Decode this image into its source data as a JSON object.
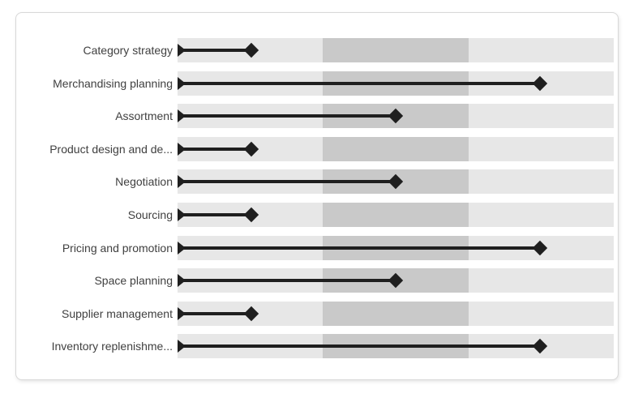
{
  "chart_data": {
    "type": "scatter",
    "subtype": "lollipop-dot-plot-with-range-band",
    "title": "",
    "xlabel": "",
    "ylabel": "",
    "categories": [
      "Category strategy",
      "Merchandising planning",
      "Assortment",
      "Product design and de...",
      "Negotiation",
      "Sourcing",
      "Pricing and promotion",
      "Space planning",
      "Supplier management",
      "Inventory replenishme..."
    ],
    "values": [
      17,
      83,
      50,
      17,
      50,
      17,
      83,
      50,
      17,
      83
    ],
    "xlim": [
      0,
      100
    ],
    "grid": false,
    "legend": false,
    "axis_ticks_visible": false,
    "band": {
      "from": 33.333,
      "to": 66.667
    },
    "marker_shape": "diamond",
    "line_start_shape": "right-pointing-triangle",
    "colors": {
      "bar_background": "#e7e7e7",
      "mid_band": "#c9c9c9",
      "marker_line": "#1f1f1f",
      "label_text": "#404040",
      "card_border": "#d8d8d8",
      "card_background": "#ffffff",
      "page_background": "#ffffff"
    }
  }
}
